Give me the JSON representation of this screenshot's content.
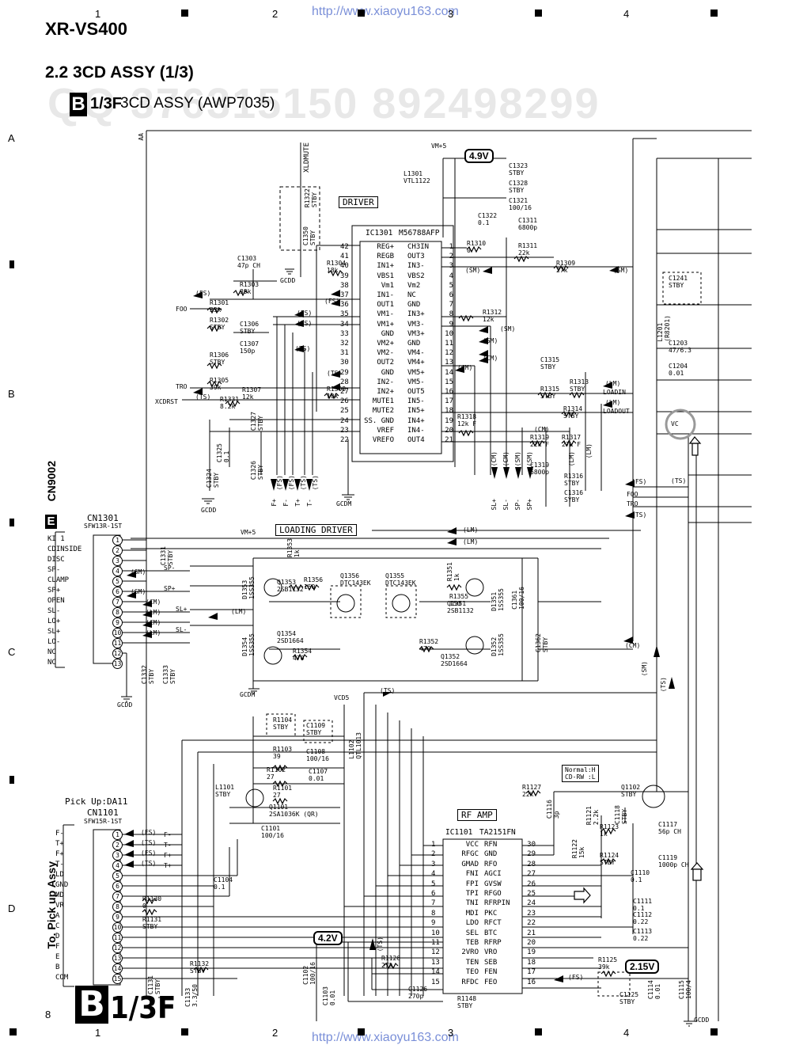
{
  "header": {
    "model": "XR-VS400",
    "section_title": "2.2 3CD ASSY (1/3)",
    "badge_letter": "B",
    "badge_code": "1/3F",
    "assy_name": "3CD ASSY (AWP7035)",
    "watermark_url": "http://www.xiaoyu163.com",
    "watermark_numbers": "QQ 376315150    892498299"
  },
  "grid": {
    "columns": [
      "1",
      "2",
      "3",
      "4"
    ],
    "rows": [
      "A",
      "B",
      "C",
      "D"
    ]
  },
  "footer": {
    "page_number": "8",
    "badge_letter": "B",
    "badge_code": "1/3F"
  },
  "blocks": {
    "driver": "DRIVER",
    "loading_driver": "LOADING DRIVER",
    "rf_amp": "RF AMP",
    "mode_note_1": "Normal:H",
    "mode_note_2": "CD-RW :L"
  },
  "voltages": {
    "v1": "4.9V",
    "v2": "4.2V",
    "v3": "2.15V"
  },
  "ic1301": {
    "ref": "IC1301",
    "part": "M56788AFP",
    "left_pins": [
      {
        "num": "42",
        "name": "REG+"
      },
      {
        "num": "41",
        "name": "REGB"
      },
      {
        "num": "40",
        "name": "IN1+"
      },
      {
        "num": "39",
        "name": "VBS1"
      },
      {
        "num": "38",
        "name": "Vm1"
      },
      {
        "num": "37",
        "name": "IN1-"
      },
      {
        "num": "36",
        "name": "OUT1"
      },
      {
        "num": "35",
        "name": "VM1-"
      },
      {
        "num": "34",
        "name": "VM1+"
      },
      {
        "num": "33",
        "name": "GND"
      },
      {
        "num": "32",
        "name": "VM2+"
      },
      {
        "num": "31",
        "name": "VM2-"
      },
      {
        "num": "30",
        "name": "OUT2"
      },
      {
        "num": "29",
        "name": "GND"
      },
      {
        "num": "28",
        "name": "IN2-"
      },
      {
        "num": "27",
        "name": "IN2+"
      },
      {
        "num": "26",
        "name": "MUTE1"
      },
      {
        "num": "25",
        "name": "MUTE2"
      },
      {
        "num": "24",
        "name": "SS. GND"
      },
      {
        "num": "23",
        "name": "VREF"
      },
      {
        "num": "22",
        "name": "VREFO"
      }
    ],
    "right_pins": [
      {
        "num": "1",
        "name": "CH3IN"
      },
      {
        "num": "2",
        "name": "OUT3"
      },
      {
        "num": "3",
        "name": "IN3-"
      },
      {
        "num": "4",
        "name": "VBS2"
      },
      {
        "num": "5",
        "name": "Vm2"
      },
      {
        "num": "6",
        "name": "NC"
      },
      {
        "num": "7",
        "name": "GND"
      },
      {
        "num": "8",
        "name": "IN3+"
      },
      {
        "num": "9",
        "name": "VM3-"
      },
      {
        "num": "10",
        "name": "VM3+"
      },
      {
        "num": "11",
        "name": "GND"
      },
      {
        "num": "12",
        "name": "VM4-"
      },
      {
        "num": "13",
        "name": "VM4+"
      },
      {
        "num": "14",
        "name": "VM5+"
      },
      {
        "num": "15",
        "name": "VM5-"
      },
      {
        "num": "16",
        "name": "OUT5"
      },
      {
        "num": "17",
        "name": "IN5-"
      },
      {
        "num": "18",
        "name": "IN5+"
      },
      {
        "num": "19",
        "name": "IN4+"
      },
      {
        "num": "20",
        "name": "IN4-"
      },
      {
        "num": "21",
        "name": "OUT4"
      }
    ]
  },
  "ic1101": {
    "ref": "IC1101",
    "part": "TA2151FN",
    "left_pins": [
      {
        "num": "1",
        "name": "VCC"
      },
      {
        "num": "2",
        "name": "RFGC"
      },
      {
        "num": "3",
        "name": "GMAD"
      },
      {
        "num": "4",
        "name": "FNI"
      },
      {
        "num": "5",
        "name": "FPI"
      },
      {
        "num": "6",
        "name": "TPI"
      },
      {
        "num": "7",
        "name": "TNI"
      },
      {
        "num": "8",
        "name": "MDI"
      },
      {
        "num": "9",
        "name": "LDO"
      },
      {
        "num": "10",
        "name": "SEL"
      },
      {
        "num": "11",
        "name": "TEB"
      },
      {
        "num": "12",
        "name": "2VRO"
      },
      {
        "num": "13",
        "name": "TEN"
      },
      {
        "num": "14",
        "name": "TEO"
      },
      {
        "num": "15",
        "name": "RFDC"
      }
    ],
    "right_pins": [
      {
        "num": "30",
        "name": "RFN"
      },
      {
        "num": "29",
        "name": "GND"
      },
      {
        "num": "28",
        "name": "RFO"
      },
      {
        "num": "27",
        "name": "AGCI"
      },
      {
        "num": "26",
        "name": "GVSW"
      },
      {
        "num": "25",
        "name": "RFGO"
      },
      {
        "num": "24",
        "name": "RFRPIN"
      },
      {
        "num": "23",
        "name": "PKC"
      },
      {
        "num": "22",
        "name": "RFCT"
      },
      {
        "num": "21",
        "name": "BTC"
      },
      {
        "num": "20",
        "name": "RFRP"
      },
      {
        "num": "19",
        "name": "VRO"
      },
      {
        "num": "18",
        "name": "SEB"
      },
      {
        "num": "17",
        "name": "FEN"
      },
      {
        "num": "16",
        "name": "FEO"
      }
    ]
  },
  "cn1301": {
    "ref": "CN1301",
    "part": "SFW13R-1ST",
    "mate_badge": "E",
    "mate_ref": "CN9002",
    "pins": [
      {
        "num": "1",
        "name": "KI 1"
      },
      {
        "num": "2",
        "name": "CDINSIDE"
      },
      {
        "num": "3",
        "name": "DISC"
      },
      {
        "num": "4",
        "name": "SP-"
      },
      {
        "num": "5",
        "name": "CLAMP"
      },
      {
        "num": "6",
        "name": "SP+"
      },
      {
        "num": "7",
        "name": "OPEN"
      },
      {
        "num": "8",
        "name": "SL-"
      },
      {
        "num": "9",
        "name": "LO+"
      },
      {
        "num": "10",
        "name": "SL+"
      },
      {
        "num": "11",
        "name": "LO-"
      },
      {
        "num": "12",
        "name": "NC"
      },
      {
        "num": "13",
        "name": "NC"
      }
    ]
  },
  "cn1101": {
    "ref": "CN1101",
    "part": "SFW15R-1ST",
    "title": "Pick Up:DA11",
    "side_label": "To. Pick up Assy",
    "pins": [
      {
        "num": "1",
        "name": "F-"
      },
      {
        "num": "2",
        "name": "T+"
      },
      {
        "num": "3",
        "name": "F+"
      },
      {
        "num": "4",
        "name": "T-"
      },
      {
        "num": "5",
        "name": "LD"
      },
      {
        "num": "6",
        "name": "GND"
      },
      {
        "num": "7",
        "name": "MD"
      },
      {
        "num": "8",
        "name": "VR"
      },
      {
        "num": "9",
        "name": "A"
      },
      {
        "num": "10",
        "name": "C"
      },
      {
        "num": "11",
        "name": "D"
      },
      {
        "num": "12",
        "name": "F"
      },
      {
        "num": "13",
        "name": "E"
      },
      {
        "num": "14",
        "name": "B"
      },
      {
        "num": "15",
        "name": "COM"
      }
    ]
  },
  "labels": {
    "xldmute": "XLDMUTE",
    "aa": "AA",
    "xcdrst": "XCDRST",
    "foo": "FOO",
    "tro": "TRO",
    "vc": "VC",
    "vm5": "VM+5",
    "vcd5": "VCD5",
    "gcdd": "GCDD",
    "gcdm": "GCDM",
    "loadin": "LOADIN",
    "loadout": "LOADOUT",
    "tag_fs": "(FS)",
    "tag_ts": "(TS)",
    "tag_sm": "(SM)",
    "tag_cm": "(CM)",
    "tag_lm": "(LM)",
    "sig_fp": "F+",
    "sig_fm": "F-",
    "sig_tp": "T+",
    "sig_tm": "T-",
    "sig_slp": "SL+",
    "sig_slm": "SL-",
    "sig_spm": "SP-",
    "sig_spp": "SP+"
  },
  "components": [
    {
      "ref": "C1323",
      "val": "STBY"
    },
    {
      "ref": "L1301",
      "val": "VTL1122"
    },
    {
      "ref": "C1328",
      "val": "STBY"
    },
    {
      "ref": "C1321",
      "val": "100/16"
    },
    {
      "ref": "C1322",
      "val": "0.1"
    },
    {
      "ref": "C1311",
      "val": "6800p"
    },
    {
      "ref": "R1310",
      "val": "0"
    },
    {
      "ref": "R1311",
      "val": "22k"
    },
    {
      "ref": "R1309",
      "val": "27k"
    },
    {
      "ref": "R1322",
      "val": "STBY"
    },
    {
      "ref": "C1350",
      "val": "STBY"
    },
    {
      "ref": "C1303",
      "val": "47p CH"
    },
    {
      "ref": "R1303",
      "val": "39k"
    },
    {
      "ref": "R1304",
      "val": "18k"
    },
    {
      "ref": "R1301",
      "val": "33k"
    },
    {
      "ref": "R1302",
      "val": "STBY"
    },
    {
      "ref": "C1306",
      "val": "STBY"
    },
    {
      "ref": "C1307",
      "val": "150p"
    },
    {
      "ref": "R1306",
      "val": "STBY"
    },
    {
      "ref": "R1305",
      "val": "39k"
    },
    {
      "ref": "R1307",
      "val": "12k"
    },
    {
      "ref": "R1308",
      "val": "10k"
    },
    {
      "ref": "R1331",
      "val": "8.2k"
    },
    {
      "ref": "C1327",
      "val": "STBY"
    },
    {
      "ref": "C1325",
      "val": "0.1"
    },
    {
      "ref": "C1324",
      "val": "STBY"
    },
    {
      "ref": "C1326",
      "val": "STBY"
    },
    {
      "ref": "R1312",
      "val": "12k"
    },
    {
      "ref": "C1315",
      "val": "STBY"
    },
    {
      "ref": "R1315",
      "val": "STBY"
    },
    {
      "ref": "R1313",
      "val": "STBY"
    },
    {
      "ref": "R1314",
      "val": "STBY"
    },
    {
      "ref": "R1318",
      "val": "12k F"
    },
    {
      "ref": "R1319",
      "val": "22k F"
    },
    {
      "ref": "R1317",
      "val": "27k F"
    },
    {
      "ref": "C1319",
      "val": "6800p"
    },
    {
      "ref": "R1316",
      "val": "STBY"
    },
    {
      "ref": "C1316",
      "val": "SYBY"
    },
    {
      "ref": "C1241",
      "val": "STBY"
    },
    {
      "ref": "L1201",
      "val": "(R8201)"
    },
    {
      "ref": "C1203",
      "val": "47/6.3"
    },
    {
      "ref": "C1204",
      "val": "0.01"
    },
    {
      "ref": "C1331",
      "val": "STBY"
    },
    {
      "ref": "C1332",
      "val": "STBY"
    },
    {
      "ref": "C1333",
      "val": "STBY"
    },
    {
      "ref": "R1353",
      "val": "1k"
    },
    {
      "ref": "D1353",
      "val": "1SS355"
    },
    {
      "ref": "Q1353",
      "val": "2SB1132"
    },
    {
      "ref": "R1356",
      "val": "150"
    },
    {
      "ref": "Q1356",
      "val": "DTC143EK"
    },
    {
      "ref": "Q1355",
      "val": "DTC143EK"
    },
    {
      "ref": "R1355",
      "val": "150"
    },
    {
      "ref": "R1351",
      "val": "1k"
    },
    {
      "ref": "Q1351",
      "val": "2SB1132"
    },
    {
      "ref": "D1351",
      "val": "1SS355"
    },
    {
      "ref": "C1361",
      "val": "100/16"
    },
    {
      "ref": "D1354",
      "val": "1SS355"
    },
    {
      "ref": "Q1354",
      "val": "2SD1664"
    },
    {
      "ref": "R1354",
      "val": "470"
    },
    {
      "ref": "R1352",
      "val": "470"
    },
    {
      "ref": "Q1352",
      "val": "2SD1664"
    },
    {
      "ref": "D1352",
      "val": "1SS355"
    },
    {
      "ref": "C1362",
      "val": "STBY"
    },
    {
      "ref": "R1104",
      "val": "STBY"
    },
    {
      "ref": "C1109",
      "val": "STBY"
    },
    {
      "ref": "R1103",
      "val": "39"
    },
    {
      "ref": "C1108",
      "val": "100/16"
    },
    {
      "ref": "L1102",
      "val": "QTL1013"
    },
    {
      "ref": "R1102",
      "val": "27"
    },
    {
      "ref": "C1107",
      "val": "0.01"
    },
    {
      "ref": "L1101",
      "val": "STBY"
    },
    {
      "ref": "R1101",
      "val": "27"
    },
    {
      "ref": "Q1101",
      "val": "2SA1036K (QR)"
    },
    {
      "ref": "C1101",
      "val": "100/16"
    },
    {
      "ref": "C1104",
      "val": "0.1"
    },
    {
      "ref": "R1130",
      "val": "0"
    },
    {
      "ref": "R1131",
      "val": "STBY"
    },
    {
      "ref": "R1132",
      "val": "STBY"
    },
    {
      "ref": "C1131",
      "val": "STBY"
    },
    {
      "ref": "C1133",
      "val": "3.3/50"
    },
    {
      "ref": "C1102",
      "val": "100/16"
    },
    {
      "ref": "C1103",
      "val": "0.01"
    },
    {
      "ref": "R1126",
      "val": "27k"
    },
    {
      "ref": "C1126",
      "val": "270p"
    },
    {
      "ref": "R1148",
      "val": "STBY"
    },
    {
      "ref": "R1127",
      "val": "22k"
    },
    {
      "ref": "C1116",
      "val": "3p"
    },
    {
      "ref": "R1121",
      "val": "2.2k"
    },
    {
      "ref": "C1118",
      "val": "STBY"
    },
    {
      "ref": "R1123",
      "val": "1k"
    },
    {
      "ref": "R1122",
      "val": "15k"
    },
    {
      "ref": "R1124",
      "val": "STBY"
    },
    {
      "ref": "C1110",
      "val": "0.1"
    },
    {
      "ref": "C1117",
      "val": "56p CH"
    },
    {
      "ref": "C1119",
      "val": "1000p CH"
    },
    {
      "ref": "Q1102",
      "val": "STBY"
    },
    {
      "ref": "C1111",
      "val": "0.1"
    },
    {
      "ref": "C1112",
      "val": "0.22"
    },
    {
      "ref": "C1113",
      "val": "0.22"
    },
    {
      "ref": "R1125",
      "val": "39k"
    },
    {
      "ref": "C1125",
      "val": "STBY"
    },
    {
      "ref": "C1114",
      "val": "0.01"
    },
    {
      "ref": "C1115",
      "val": "100/4"
    }
  ]
}
